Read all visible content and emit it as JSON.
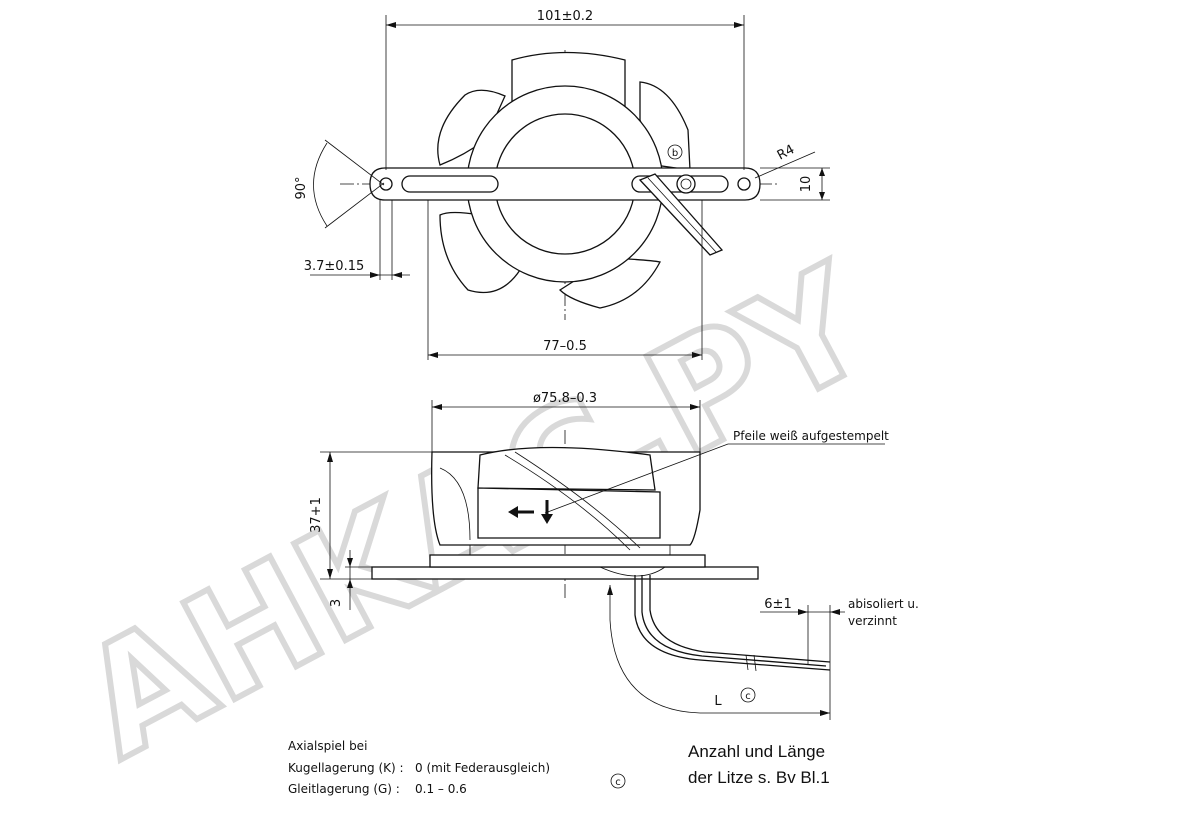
{
  "dimensions": {
    "overall_width": "101±0.2",
    "blade_span": "77–0.5",
    "hole_offset": "3.7±0.15",
    "angle": "90°",
    "radius": "R4",
    "flange_height": "10",
    "diameter": "ø75.8–0.3",
    "height": "37+1",
    "base_thickness": "3",
    "strip_length": "6±1",
    "lead_length": "L"
  },
  "circle_marks": {
    "b": "b",
    "c": "c",
    "c2": "c"
  },
  "notes": {
    "arrows": "Pfeile weiß aufgestempelt",
    "stripped_line1": "abisoliert u.",
    "stripped_line2": "verzinnt",
    "axial_title": "Axialspiel bei",
    "ball_label": "Kugellagerung (K) :",
    "ball_value": "0 (mit Federausgleich)",
    "sleeve_label": "Gleitlagerung  (G) :",
    "sleeve_value": "0.1 – 0.6",
    "litze_line1": "Anzahl und Länge",
    "litze_line2": "der Litze s. Bv Bl.1"
  },
  "watermark": "AHKAC.PY"
}
